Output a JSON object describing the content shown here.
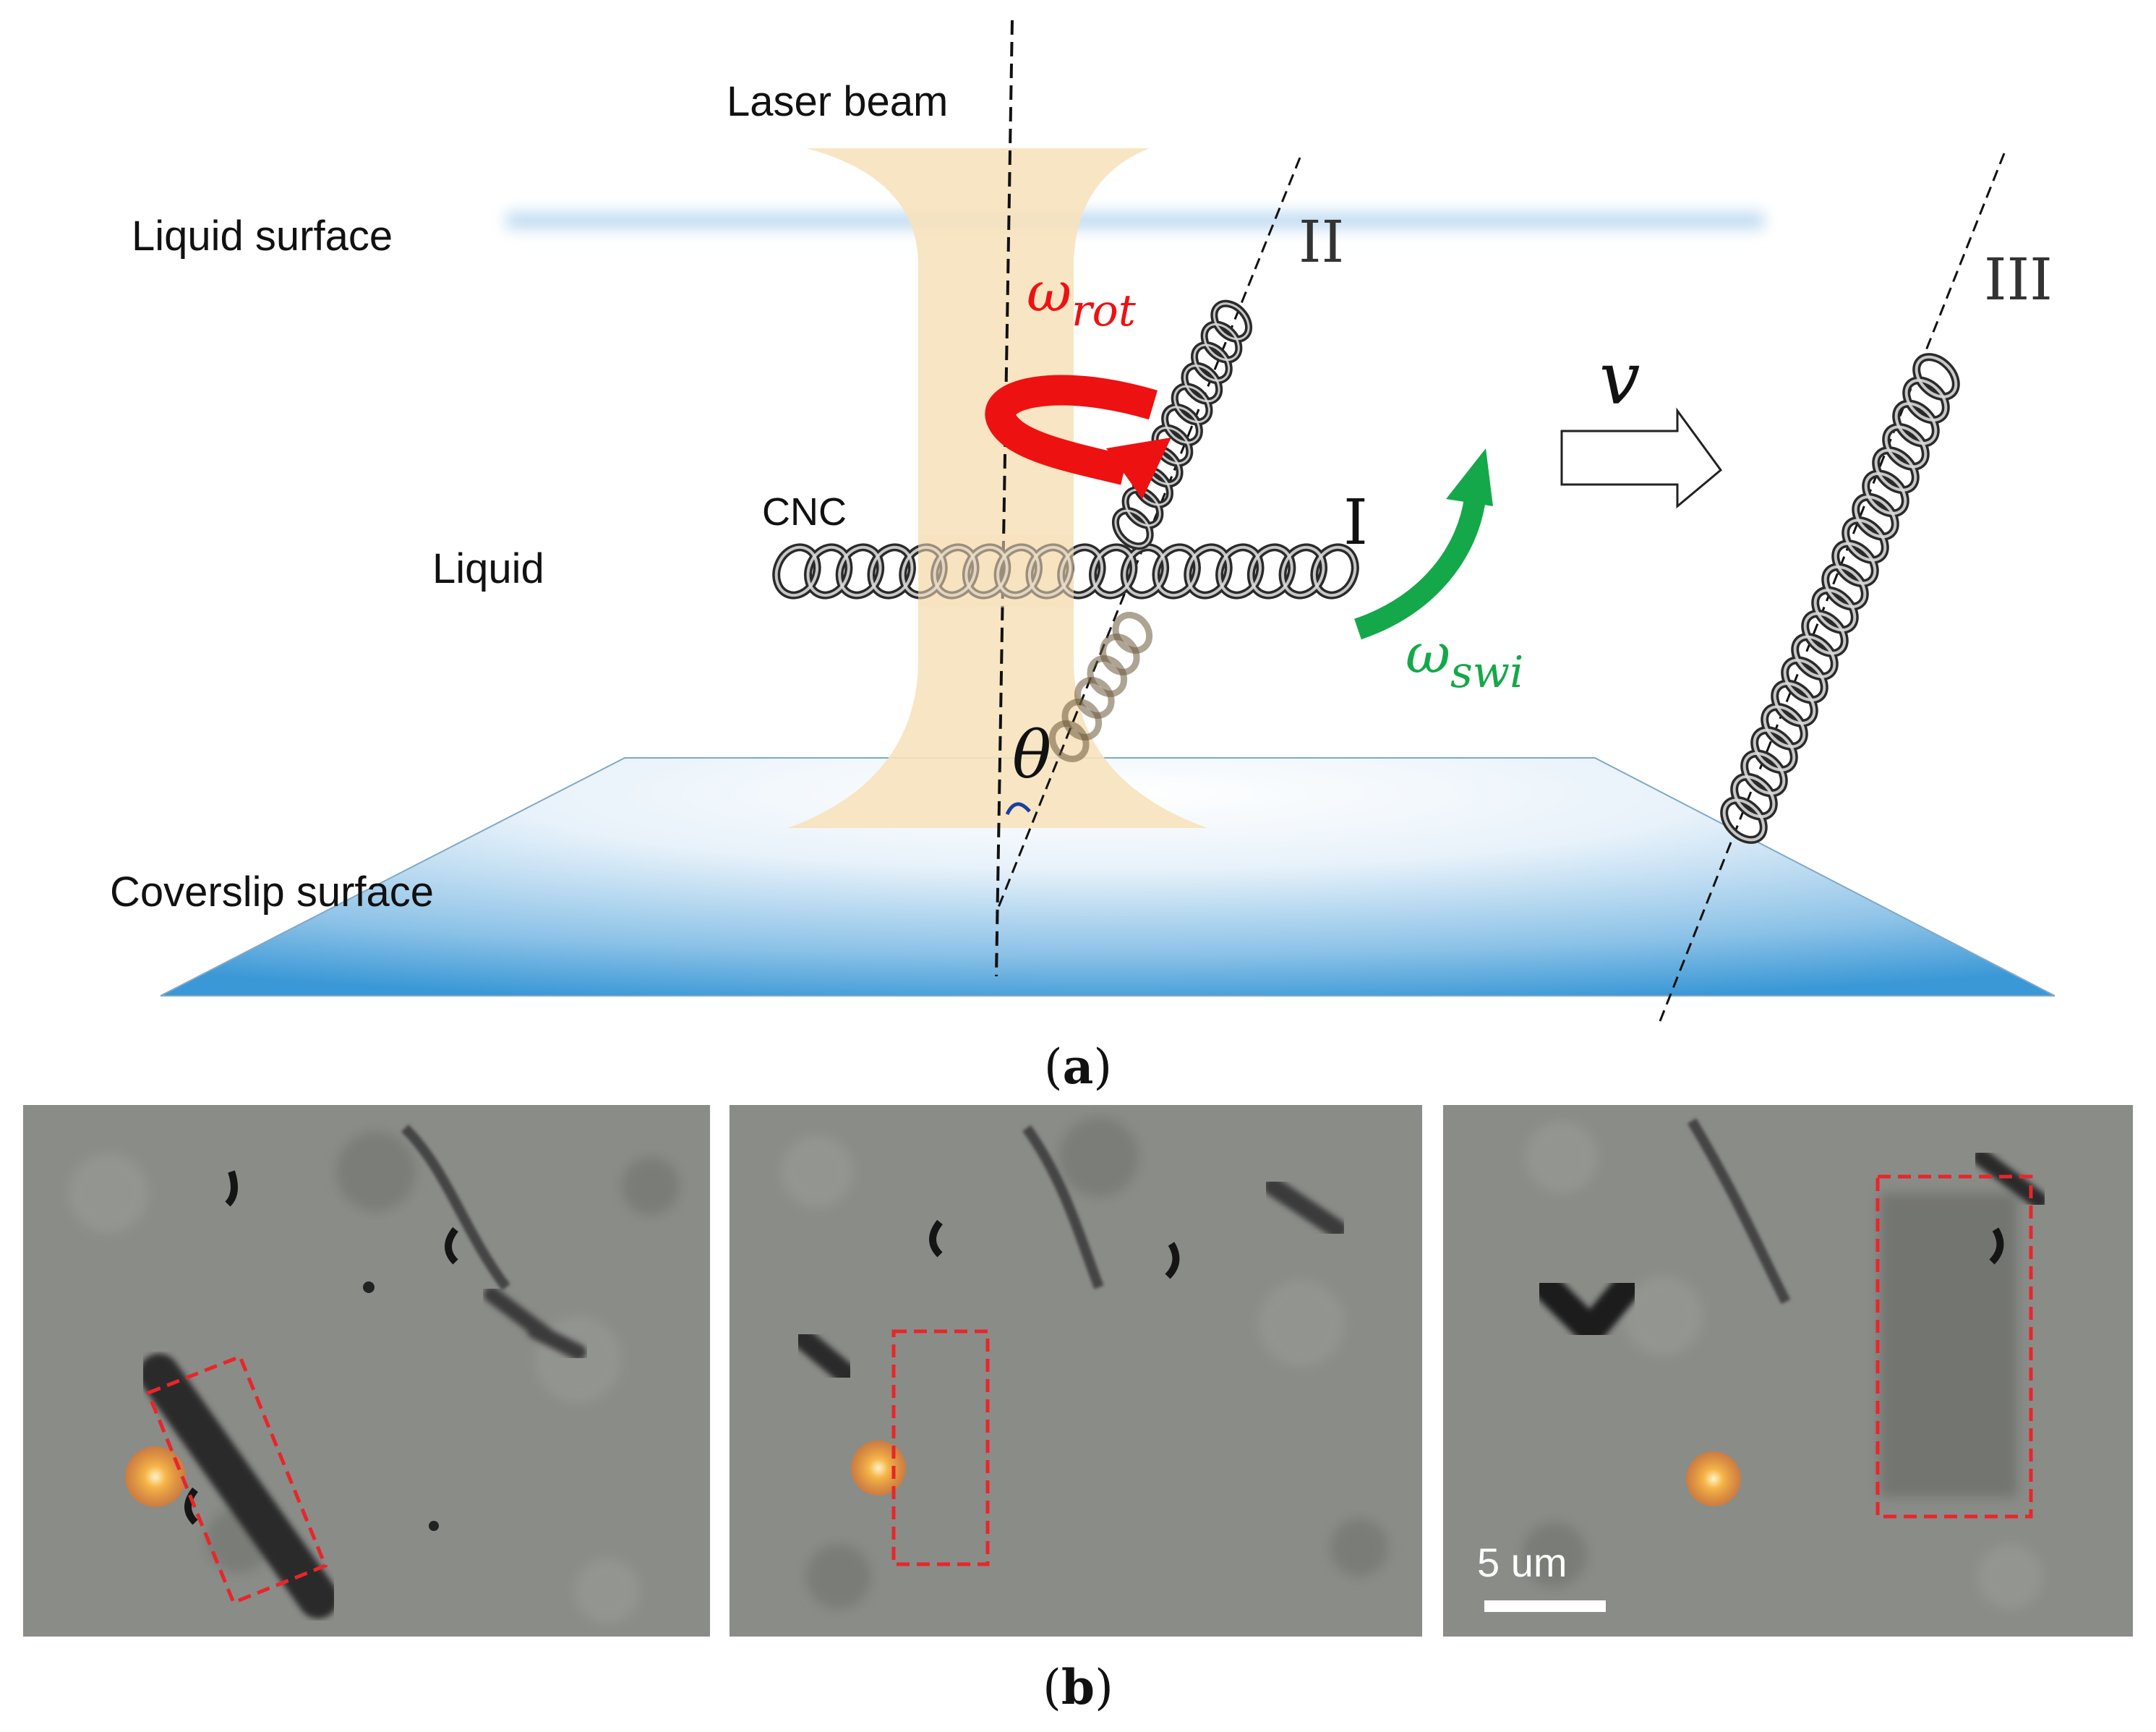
{
  "panel_a": {
    "caption_letter": "a",
    "labels": {
      "laser_beam": "Laser beam",
      "liquid_surface": "Liquid surface",
      "liquid": "Liquid",
      "coverslip_surface": "Coverslip surface",
      "cnc": "CNC",
      "state_1": "I",
      "state_2": "II",
      "state_3": "III",
      "omega_rot_base": "ω",
      "omega_rot_sub": "rot",
      "omega_swi_base": "ω",
      "omega_swi_sub": "swi",
      "theta": "θ",
      "velocity": "v"
    },
    "colors": {
      "beam": "#f7e2bd",
      "liquid_surface": "#8fc1e6",
      "coverslip": "#3a98d6",
      "rotation_arrow": "#ee1111",
      "swing_arrow": "#14a84a",
      "angle_arc": "#1c3f9e"
    }
  },
  "panel_b": {
    "caption_letter": "b",
    "scale_bar": "5 um",
    "highlight_color": "#e8262a",
    "trap_color": "#f2a03a"
  }
}
